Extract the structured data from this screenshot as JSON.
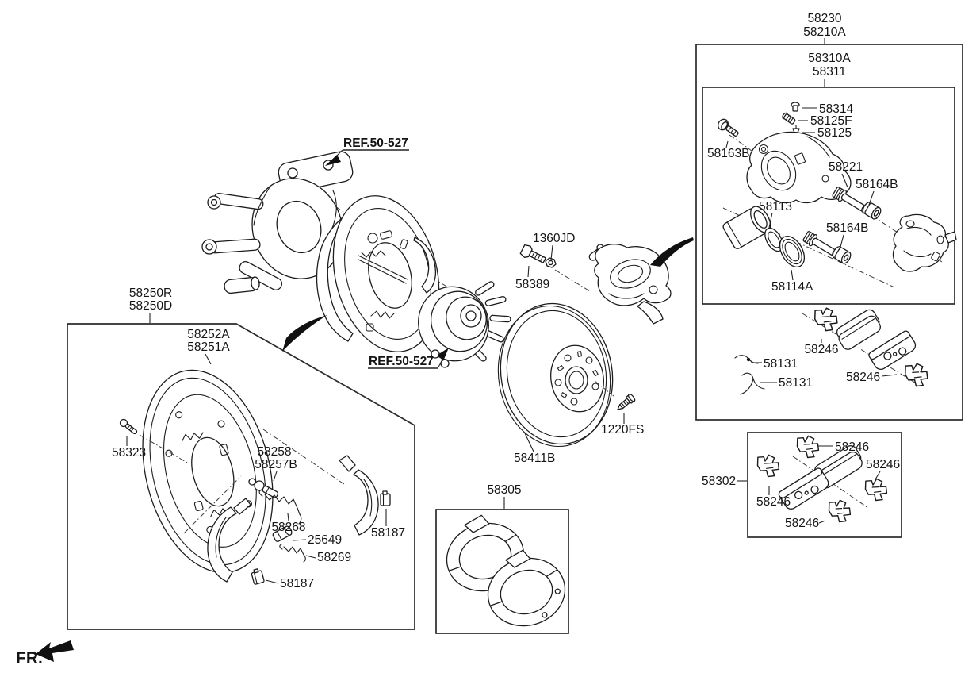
{
  "fr": "FR.",
  "boxes": {
    "caliper_asm_1": "58230",
    "caliper_asm_2": "58210A",
    "body_kit_1": "58310A",
    "body_kit_2": "58311",
    "plate_kit_1": "58250R",
    "plate_kit_2": "58250D",
    "pad_kit": "58302",
    "shoe_kit": "58305"
  },
  "refs": {
    "knuckle": "REF.50-527",
    "hub": "REF.50-527"
  },
  "callouts": {
    "n58314": "58314",
    "n58125F": "58125F",
    "n58125": "58125",
    "n58163B": "58163B",
    "n58221": "58221",
    "n58164B_1": "58164B",
    "n58113": "58113",
    "n58164B_2": "58164B",
    "n58114A": "58114A",
    "n58246_1": "58246",
    "n58246_2": "58246",
    "n58131_1": "58131",
    "n58131_2": "58131",
    "n58252A": "58252A",
    "n58251A": "58251A",
    "n58323": "58323",
    "n58258": "58258",
    "n58257B": "58257B",
    "n58268": "58268",
    "n25649": "25649",
    "n58269": "58269",
    "n58187_1": "58187",
    "n58187_2": "58187",
    "n1360JD": "1360JD",
    "n58389": "58389",
    "n1220FS": "1220FS",
    "n58411B": "58411B",
    "n58246_3": "58246",
    "n58246_4": "58246",
    "n58246_5": "58246",
    "n58246_6": "58246"
  }
}
